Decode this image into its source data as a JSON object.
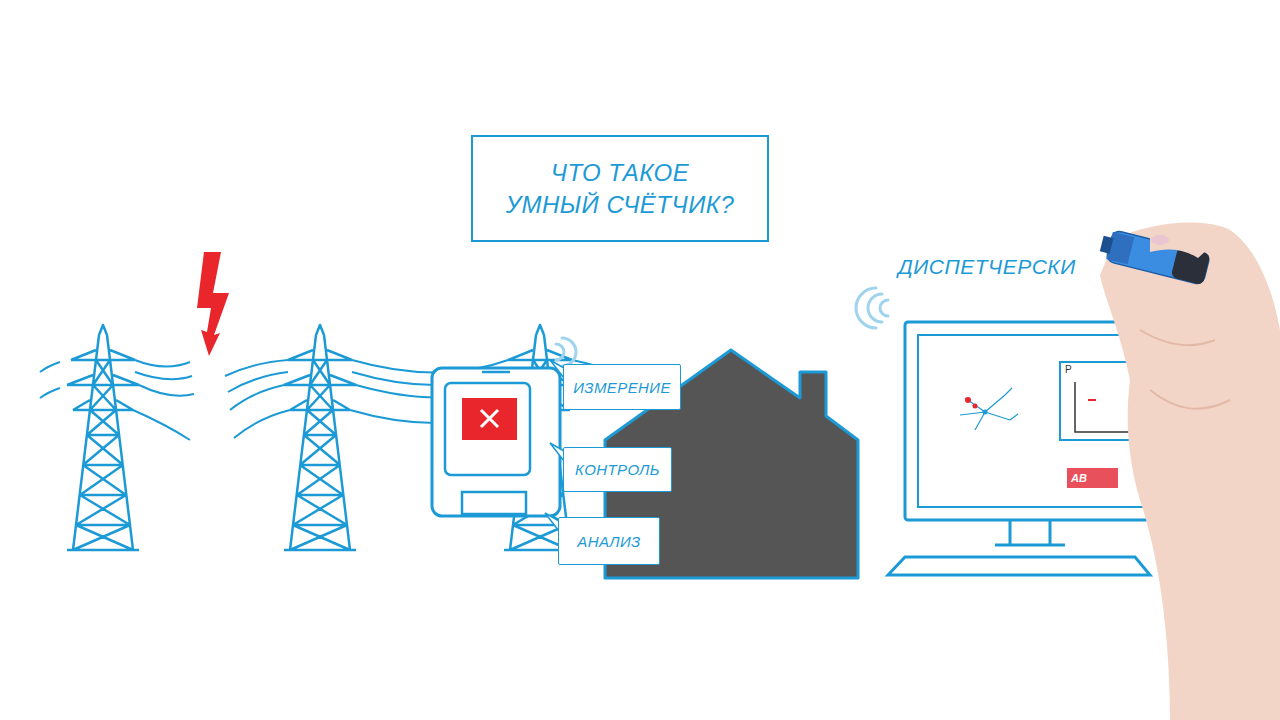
{
  "diagram": {
    "nodes": [
      {
        "text": [
          "ЧТО ТАКОЕ УМНЫЙ СЧЁТЧИК?"
        ]
      },
      {
        "text": [
          "ИЗМЕРЕНИЕ"
        ]
      },
      {
        "text": [
          "КОНТРОЛЬ"
        ]
      },
      {
        "text": [
          "АНАЛИЗ"
        ]
      },
      {
        "text": [
          "ДИСПЕТЧЕРСКИ"
        ]
      },
      {
        "text": [
          "P"
        ],
        "in": 4
      },
      {
        "text": [
          "АВ"
        ],
        "in": 4
      }
    ]
  }
}
